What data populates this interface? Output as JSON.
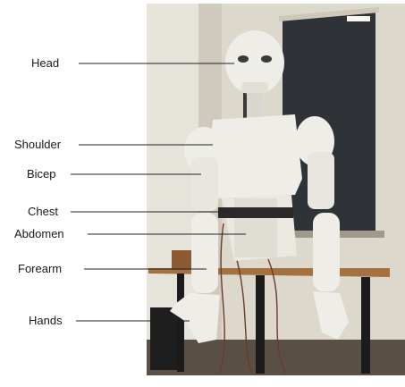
{
  "labels": {
    "head": "Head",
    "shoulder": "Shoulder",
    "bicep": "Bicep",
    "chest": "Chest",
    "abdomen": "Abdomen",
    "forearm": "Forearm",
    "hands": "Hands"
  },
  "colors": {
    "wall": "#dcd8cc",
    "robot": "#efede8",
    "table": "#a5713f",
    "window": "#2f3338",
    "floor": "#5a4f45",
    "line": "#222222"
  }
}
